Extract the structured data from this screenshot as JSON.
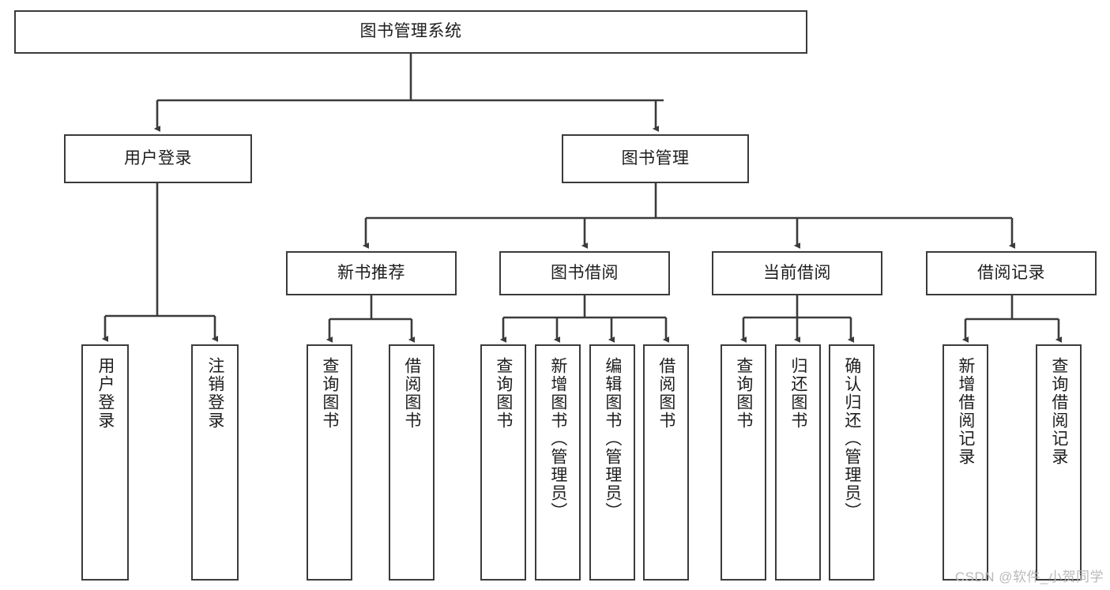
{
  "diagram": {
    "title": "图书管理系统",
    "type": "tree",
    "colors": {
      "background": "#ffffff",
      "box_border": "#3b3b3b",
      "box_fill": "#ffffff",
      "text": "#1d1d1d",
      "connector": "#3b3b3b",
      "watermark": "#b9b9b9"
    },
    "watermark": "CSDN @软件_小贺同学",
    "nodes": {
      "root": {
        "label": "图书管理系统",
        "orientation": "horizontal"
      },
      "level2": [
        {
          "id": "user-login",
          "label": "用户登录",
          "orientation": "horizontal"
        },
        {
          "id": "book-manage",
          "label": "图书管理",
          "orientation": "horizontal"
        }
      ],
      "level3": [
        {
          "id": "new-book-rec",
          "label": "新书推荐",
          "orientation": "horizontal"
        },
        {
          "id": "book-borrow",
          "label": "图书借阅",
          "orientation": "horizontal"
        },
        {
          "id": "current-borrow",
          "label": "当前借阅",
          "orientation": "horizontal"
        },
        {
          "id": "borrow-record",
          "label": "借阅记录",
          "orientation": "horizontal"
        }
      ],
      "leaves": [
        {
          "id": "leaf-user-login",
          "label": "用户登录",
          "parent": "user-login",
          "orientation": "vertical"
        },
        {
          "id": "leaf-user-logout",
          "label": "注销登录",
          "parent": "user-login",
          "orientation": "vertical"
        },
        {
          "id": "leaf-query-book-1",
          "label": "查询图书",
          "parent": "new-book-rec",
          "orientation": "vertical"
        },
        {
          "id": "leaf-borrow-book-1",
          "label": "借阅图书",
          "parent": "new-book-rec",
          "orientation": "vertical"
        },
        {
          "id": "leaf-query-book-2",
          "label": "查询图书",
          "parent": "book-borrow",
          "orientation": "vertical"
        },
        {
          "id": "leaf-add-book",
          "label": "新增图书（管理员）",
          "parent": "book-borrow",
          "orientation": "vertical"
        },
        {
          "id": "leaf-edit-book",
          "label": "编辑图书（管理员）",
          "parent": "book-borrow",
          "orientation": "vertical"
        },
        {
          "id": "leaf-borrow-book-2",
          "label": "借阅图书",
          "parent": "book-borrow",
          "orientation": "vertical"
        },
        {
          "id": "leaf-query-book-3",
          "label": "查询图书",
          "parent": "current-borrow",
          "orientation": "vertical"
        },
        {
          "id": "leaf-return-book",
          "label": "归还图书",
          "parent": "current-borrow",
          "orientation": "vertical"
        },
        {
          "id": "leaf-confirm-return",
          "label": "确认归还（管理员）",
          "parent": "current-borrow",
          "orientation": "vertical"
        },
        {
          "id": "leaf-add-record",
          "label": "新增借阅记录",
          "parent": "borrow-record",
          "orientation": "vertical"
        },
        {
          "id": "leaf-query-record",
          "label": "查询借阅记录",
          "parent": "borrow-record",
          "orientation": "vertical"
        }
      ]
    }
  }
}
